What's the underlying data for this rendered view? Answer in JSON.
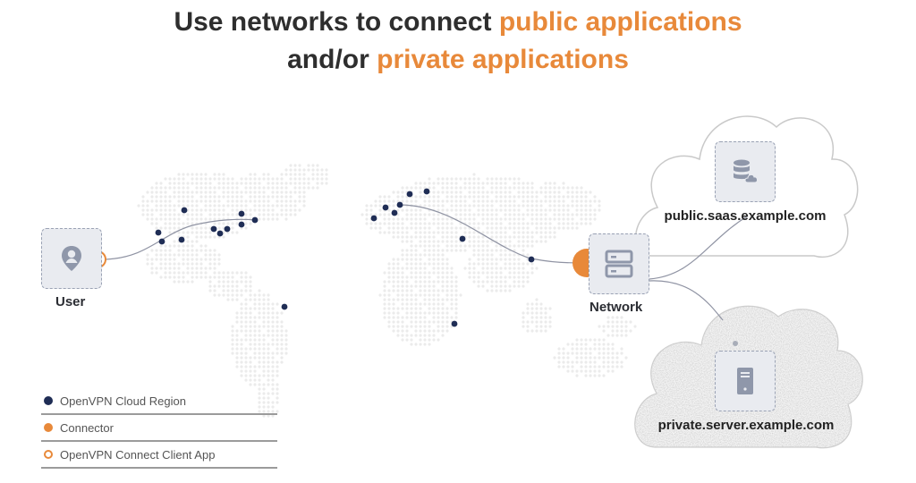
{
  "title": {
    "line1_prefix": "Use networks to connect ",
    "line1_accent": "public applications",
    "line2_prefix": "and/or ",
    "line2_accent": "private applications"
  },
  "nodes": {
    "user_label": "User",
    "network_label": "Network",
    "public_cloud_label": "public.saas.example.com",
    "private_cloud_label": "private.server.example.com"
  },
  "legend": [
    {
      "label": "OpenVPN Cloud Region",
      "marker": "navy-dot"
    },
    {
      "label": "Connector",
      "marker": "orange-dot"
    },
    {
      "label": "OpenVPN Connect Client App",
      "marker": "orange-ring"
    }
  ],
  "colors": {
    "accent": "#e8893a",
    "region": "#1f2d55",
    "box_fill": "#e9ebf0",
    "box_border": "#9aa2b4",
    "icon": "#8f97aa",
    "map_dot": "#ebebeb"
  },
  "icons": {
    "user": "location-pin-icon",
    "network": "server-rack-icon",
    "public": "database-cloud-icon",
    "private": "server-tower-icon"
  }
}
